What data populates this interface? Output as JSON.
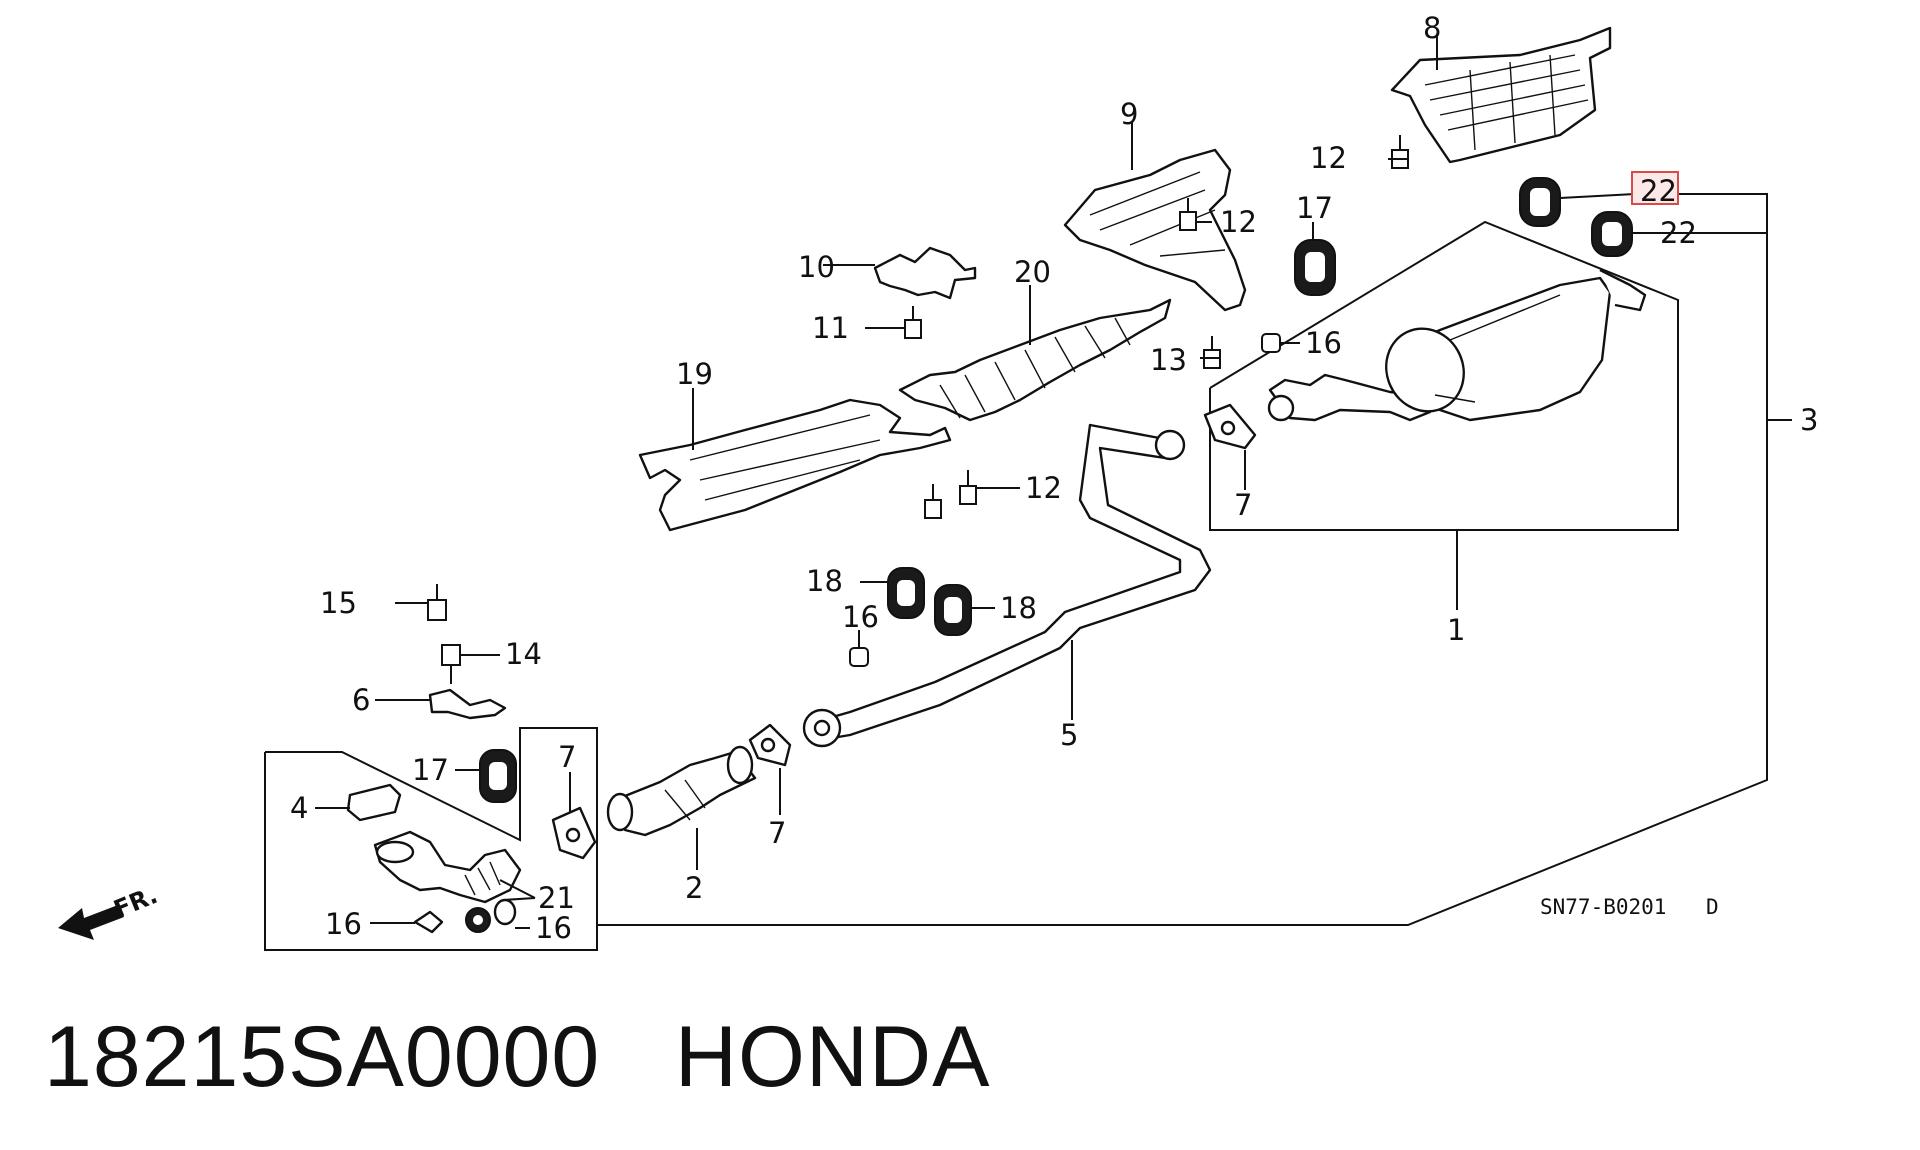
{
  "caption": {
    "part_number": "18215SA0000",
    "brand": "HONDA"
  },
  "diagram": {
    "code": "SN77-B0201",
    "revision": "D",
    "direction": "FR.",
    "highlight_callout": "22",
    "callouts": [
      "1",
      "2",
      "3",
      "4",
      "5",
      "6",
      "7",
      "7",
      "7",
      "8",
      "9",
      "10",
      "11",
      "12",
      "12",
      "12",
      "13",
      "14",
      "15",
      "16",
      "16",
      "16",
      "16",
      "17",
      "17",
      "18",
      "18",
      "19",
      "20",
      "21",
      "22",
      "22"
    ]
  },
  "colors": {
    "highlight": "#d94a4a",
    "ink": "#111111"
  }
}
